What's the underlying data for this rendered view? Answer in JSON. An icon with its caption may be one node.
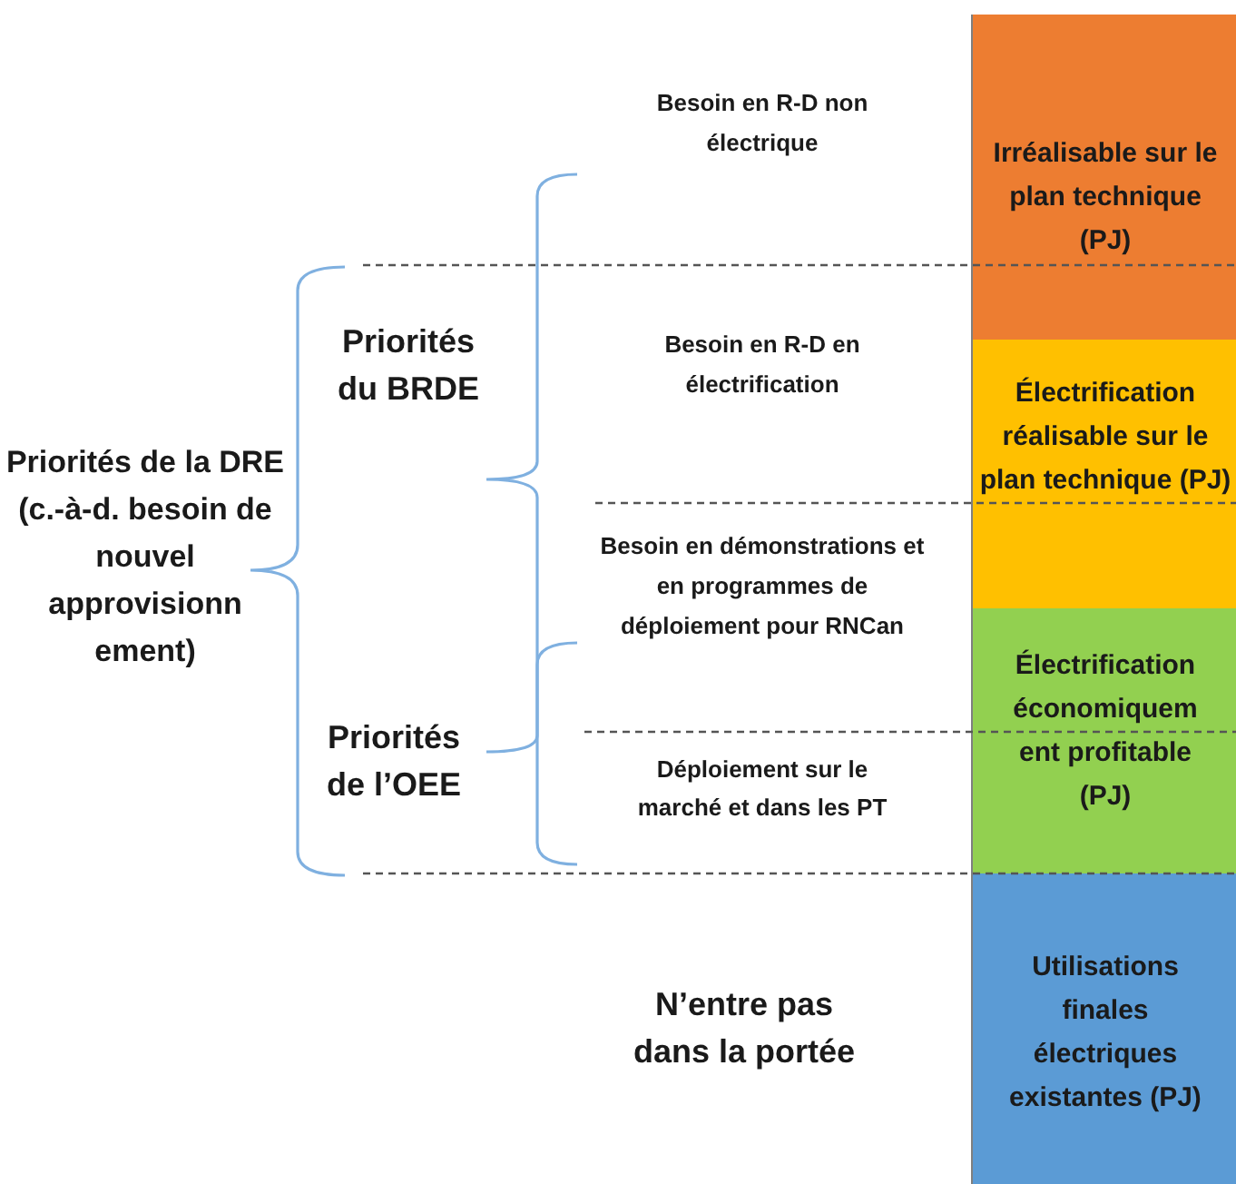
{
  "diagram": {
    "nodes": [
      {
        "text": [
          "Irréalisable sur le plan technique (PJ)"
        ]
      },
      {
        "text": [
          "Électrification réalisable sur le plan technique (PJ)"
        ]
      },
      {
        "text": [
          "Électrification économiquem ent profitable (PJ)"
        ]
      },
      {
        "text": [
          "Utilisations finales électriques existantes (PJ)"
        ]
      }
    ],
    "labels": [
      "Priorités de la DRE (c.-à-d. besoin de nouvel approvisionn ement)",
      "Besoin en R-D non électrique",
      "Priorités du BRDE",
      "Besoin en R-D en électrification",
      "Besoin en démonstrations et en programmes de déploiement pour RNCan",
      "Priorités de l’OEE",
      "Déploiement sur le marché et dans les PT",
      "N’entre pas dans la portée"
    ]
  }
}
